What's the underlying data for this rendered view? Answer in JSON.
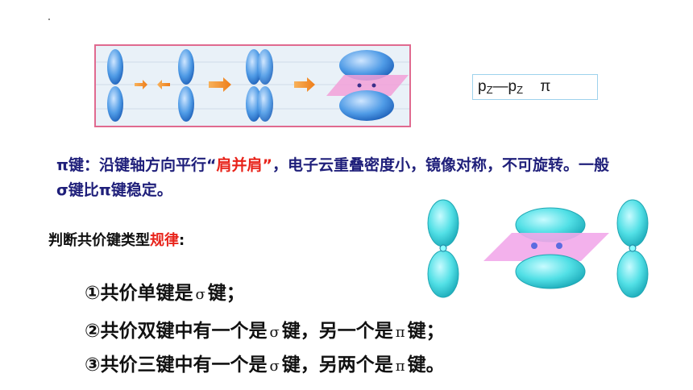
{
  "overlap_label": {
    "left_sym": "p",
    "left_sub": "Z",
    "dash": "—",
    "right_sym": "p",
    "right_sub": "Z",
    "bond": "π"
  },
  "pi_paragraph": {
    "part1": "π键：沿键轴方向平行“",
    "highlight": "肩并肩”",
    "part2": "，电子云重叠密度小，镜像对称，不可旋转。一般σ键比π键稳定。"
  },
  "rule_heading": {
    "text": "判断共价键类型",
    "highlight": "规律",
    "colon": ":"
  },
  "rules": [
    {
      "a": "①共价单键是",
      "g1": "σ",
      "b": "键；"
    },
    {
      "a": "②共价双键中有一个是",
      "g1": "σ",
      "b": "键，另一个是",
      "g2": "π",
      "c": "键；"
    },
    {
      "a": "③共价三键中有一个是",
      "g1": "σ",
      "b": "键，另两个是",
      "g2": "π",
      "c": "键。"
    }
  ],
  "colors": {
    "text_blue": "#1f1f7a",
    "highlight_red": "#e8231a",
    "orbital_teal": "#4fe0e6",
    "orbital_blue": "#3f8ee0",
    "plane_pink": "#f0a8e8",
    "panel_border": "#e06a8f"
  }
}
